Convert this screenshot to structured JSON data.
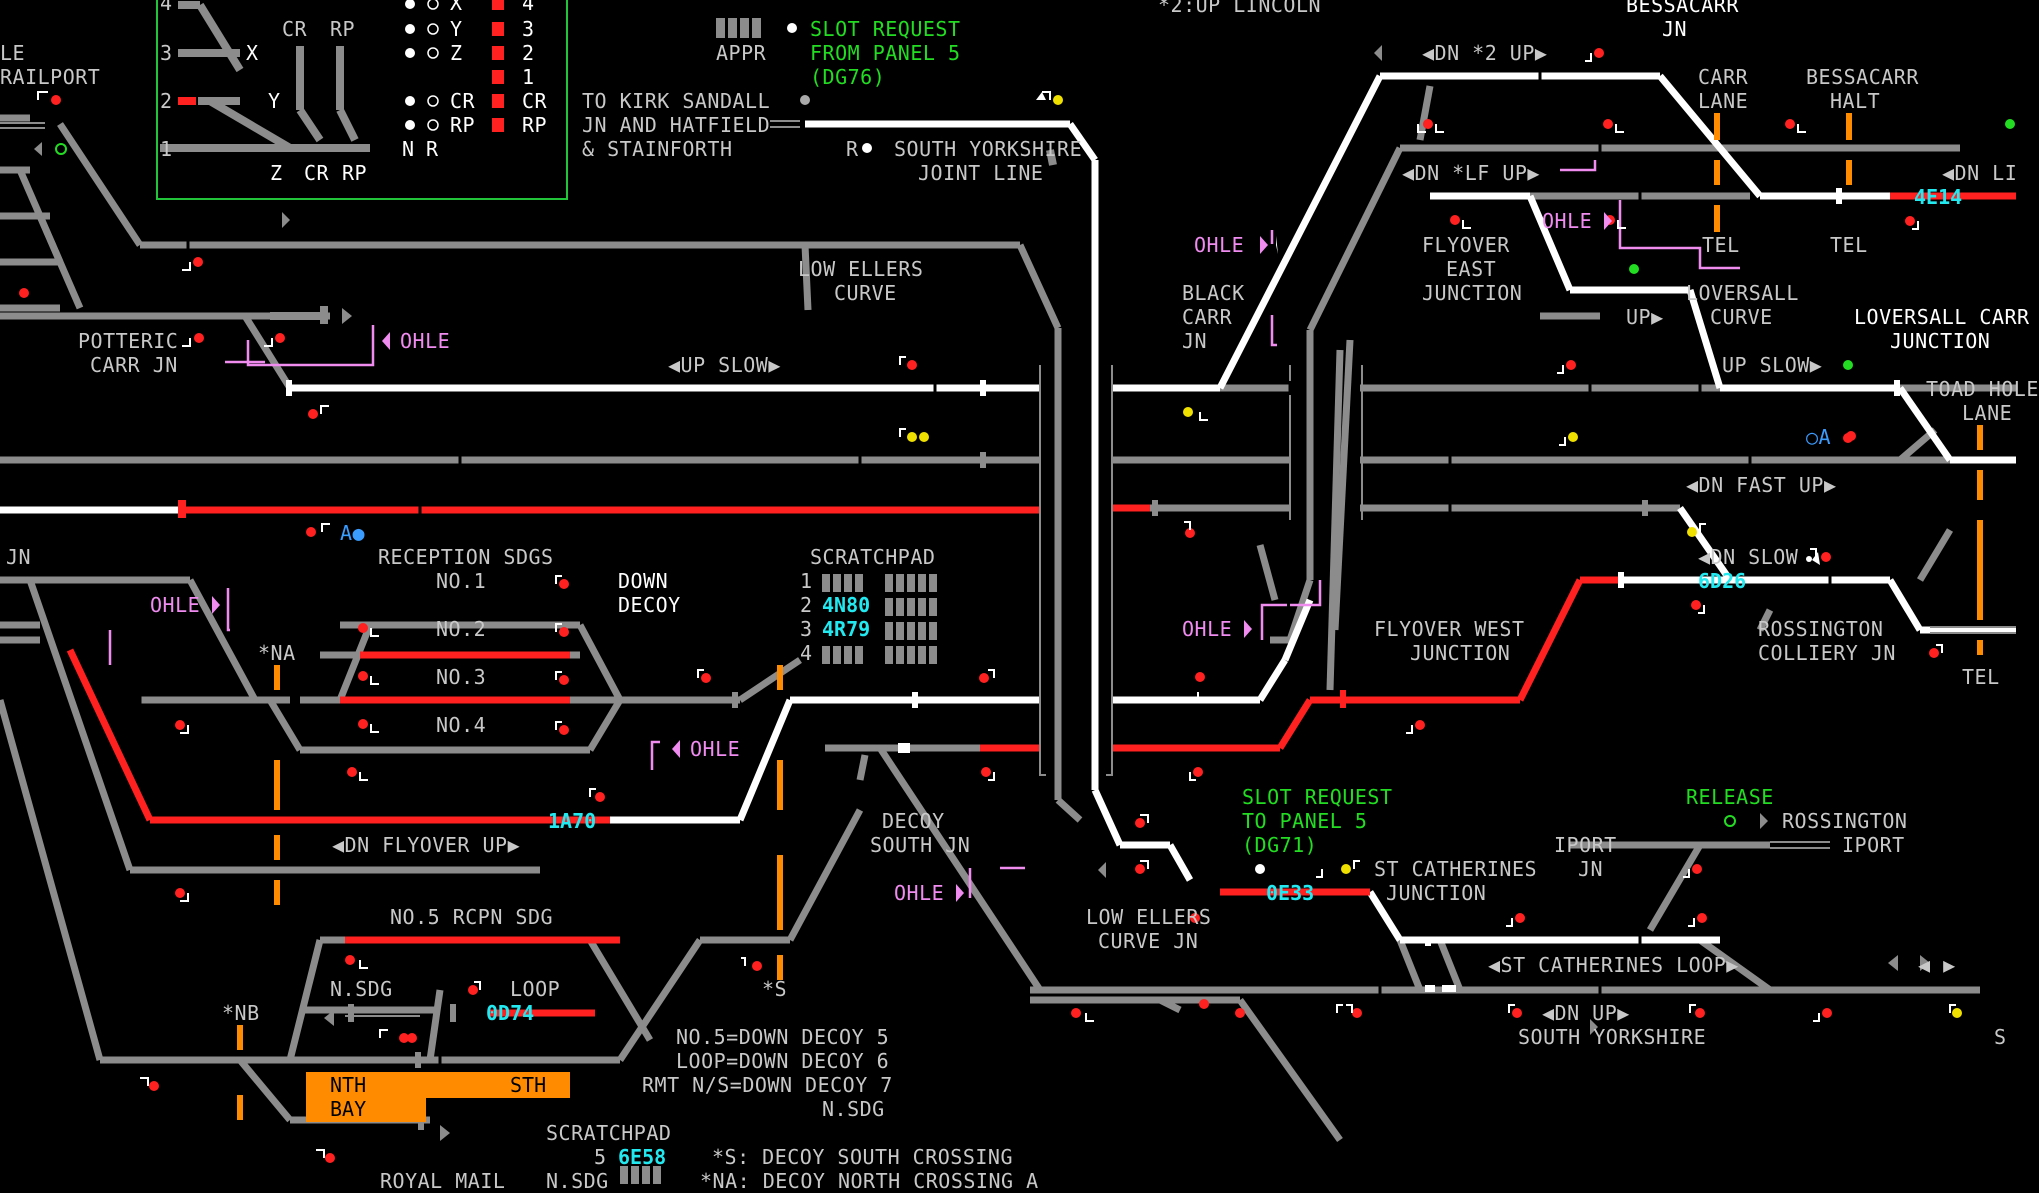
{
  "colors": {
    "background": "#000000",
    "track_unoccupied": "#8c8c8c",
    "track_route_set": "#ffffff",
    "track_occupied": "#ff2020",
    "signal_red": "#ff2020",
    "signal_yellow": "#f0e000",
    "signal_green": "#22dd22",
    "ohle": "#f08cf0",
    "slot_text": "#22dd22",
    "train_describer": "#22e8f0",
    "crossing_orange": "#ff8c00"
  },
  "key_panel": {
    "route_legend": [
      "X",
      "Y",
      "Z",
      "CR",
      "RP"
    ],
    "levels": [
      "4",
      "3",
      "2",
      "1"
    ],
    "line_numbers": [
      "4",
      "3",
      "2",
      "1"
    ],
    "bottom_labels": [
      "Z",
      "CR",
      "RP"
    ],
    "nr_labels": [
      "N",
      "R"
    ],
    "cr_label": "CR",
    "rp_label": "RP",
    "x_label": "X",
    "y_label": "Y"
  },
  "labels": {
    "le": "LE",
    "railport": "RAILPORT",
    "potteric": "POTTERIC",
    "carr_jn": "CARR JN",
    "reception_sdgs": "RECEPTION SDGS",
    "no1": "NO.1",
    "no2": "NO.2",
    "no3": "NO.3",
    "no4": "NO.4",
    "down_decoy_1": "DOWN",
    "down_decoy_2": "DECOY",
    "jn_left": "JN",
    "star_na": "*NA",
    "star_nb": "*NB",
    "star_s": "*S",
    "dn_flyover_up": "◀DN FLYOVER UP▶",
    "no5_rcpn_sdg": "NO.5 RCPN SDG",
    "n_sdg": "N.SDG",
    "loop": "LOOP",
    "nth": "NTH",
    "sth": "STH",
    "bay": "BAY",
    "legend_no5": "NO.5=DOWN DECOY 5",
    "legend_loop": "LOOP=DOWN DECOY 6",
    "legend_rmt": "RMT N/S=DOWN DECOY 7",
    "legend_nsdg": "N.SDG",
    "scratchpad_bottom": "SCRATCHPAD",
    "scratchpad_5": "5",
    "crossing_s": "*S: DECOY SOUTH CROSSING",
    "crossing_na": "*NA: DECOY NORTH CROSSING A",
    "royal_mail": "ROYAL MAIL",
    "royal_nsdg": "N.SDG",
    "appr": "APPR",
    "slot_from_1": "SLOT REQUEST",
    "slot_from_2": "FROM PANEL 5",
    "slot_from_3": "(DG76)",
    "kirk_1": "TO KIRK SANDALL",
    "kirk_2": "JN AND HATFIELD",
    "kirk_3": "& STAINFORTH",
    "r_marker": "R",
    "sy_joint_1": "SOUTH YORKSHIRE",
    "sy_joint_2": "JOINT LINE",
    "low_ellers_1": "LOW ELLERS",
    "low_ellers_2": "CURVE",
    "up_slow_left": "◀UP SLOW▶",
    "scratchpad": "SCRATCHPAD",
    "sp1": "1",
    "sp2": "2",
    "sp3": "3",
    "sp4": "4",
    "decoy_south_1": "DECOY",
    "decoy_south_2": "SOUTH JN",
    "low_ellers_jn_1": "LOW ELLERS",
    "low_ellers_jn_2": "CURVE JN",
    "up_lincoln": "*2:UP LINCOLN",
    "bessacarr_jn_1": "BESSACARR",
    "bessacarr_jn_2": "JN",
    "dn_x2_up": "◀DN *2 UP▶",
    "carr_lane_1": "CARR",
    "carr_lane_2": "LANE",
    "bessacarr_halt_1": "BESSACARR",
    "bessacarr_halt_2": "HALT",
    "dn_xlf_up": "◀DN *LF UP▶",
    "black_carr_1": "BLACK",
    "black_carr_2": "CARR",
    "black_carr_3": "JN",
    "flyover_east_1": "FLYOVER",
    "flyover_east_2": "EAST",
    "flyover_east_3": "JUNCTION",
    "tel_1": "TEL",
    "tel_2": "TEL",
    "tel_3": "TEL",
    "up_arrow": "UP▶",
    "loversall_curve_1": "LOVERSALL",
    "loversall_curve_2": "CURVE",
    "loversall_carr_1": "LOVERSALL CARR",
    "loversall_carr_2": "JUNCTION",
    "up_slow_right": "UP SLOW▶",
    "toad_hole_1": "TOAD HOLE",
    "toad_hole_2": "LANE",
    "dn_fast_up": "◀DN FAST UP▶",
    "dn_slow": "◀DN SLOW",
    "dn_li": "◀DN LI",
    "flyover_west_1": "FLYOVER WEST",
    "flyover_west_2": "JUNCTION",
    "rossington_colliery_1": "ROSSINGTON",
    "rossington_colliery_2": "COLLIERY JN",
    "slot_to_1": "SLOT REQUEST",
    "slot_to_2": "TO PANEL 5",
    "slot_to_3": "(DG71)",
    "st_cath_1": "ST CATHERINES",
    "st_cath_2": "JUNCTION",
    "iport_jn_1": "IPORT",
    "iport_jn_2": "JN",
    "release": "RELEASE",
    "rossington": "ROSSINGTON",
    "iport": "IPORT",
    "st_cath_loop": "◀ST CATHERINES LOOP▶",
    "dn_up": "◀DN UP▶",
    "south_yorkshire": "SOUTH YORKSHIRE",
    "oa_marker": "○A",
    "a_marker": "A●",
    "arrows_right": "◀ ▶",
    "so": "S"
  },
  "ohle_labels": [
    "OHLE",
    "OHLE",
    "OHLE",
    "OHLE",
    "OHLE",
    "OHLE",
    "OHLE"
  ],
  "train_describers": {
    "t_1A70": "1A70",
    "t_0D74": "0D74",
    "t_6E58": "6E58",
    "t_4N80": "4N80",
    "t_4R79": "4R79",
    "t_0E33": "0E33",
    "t_4E14": "4E14",
    "t_6D26": "6D26"
  }
}
